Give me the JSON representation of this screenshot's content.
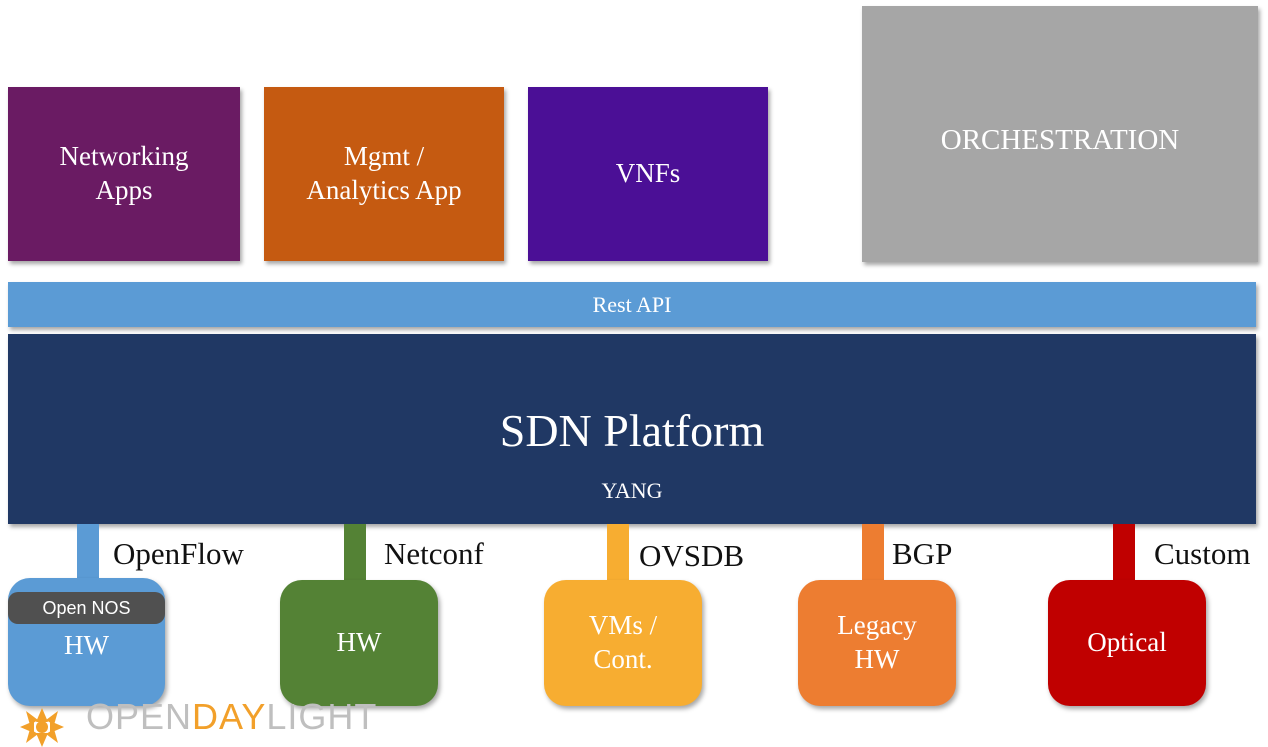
{
  "colors": {
    "networking": "#6a1b63",
    "mgmt": "#c55a11",
    "vnfs": "#4b0f96",
    "orchestration": "#a6a6a6",
    "rest_api": "#5b9bd5",
    "platform": "#203864",
    "openflow": "#5b9bd5",
    "netconf": "#548235",
    "ovsdb": "#f7ad31",
    "bgp": "#ed7d31",
    "custom": "#c00000",
    "logo_grey": "#bfbfbf",
    "logo_orange": "#f2a02a"
  },
  "apps": [
    {
      "lines": [
        "Networking",
        "Apps"
      ]
    },
    {
      "lines": [
        "Mgmt /",
        "Analytics App"
      ]
    },
    {
      "lines": [
        "VNFs"
      ]
    }
  ],
  "orchestration": {
    "label": "ORCHESTRATION"
  },
  "rest_api": {
    "label": "Rest API"
  },
  "platform": {
    "title": "SDN Platform",
    "subtitle": "YANG"
  },
  "southbound": [
    {
      "protocol": "OpenFlow",
      "device_lines": [
        "HW"
      ],
      "badge": "Open NOS"
    },
    {
      "protocol": "Netconf",
      "device_lines": [
        "HW"
      ]
    },
    {
      "protocol": "OVSDB",
      "device_lines": [
        "VMs /",
        "Cont."
      ]
    },
    {
      "protocol": "BGP",
      "device_lines": [
        "Legacy",
        "HW"
      ]
    },
    {
      "protocol": "Custom",
      "device_lines": [
        "Optical"
      ]
    }
  ],
  "logo": {
    "part1": "OPEN",
    "part2": "DAY",
    "part3": "LIGHT"
  }
}
